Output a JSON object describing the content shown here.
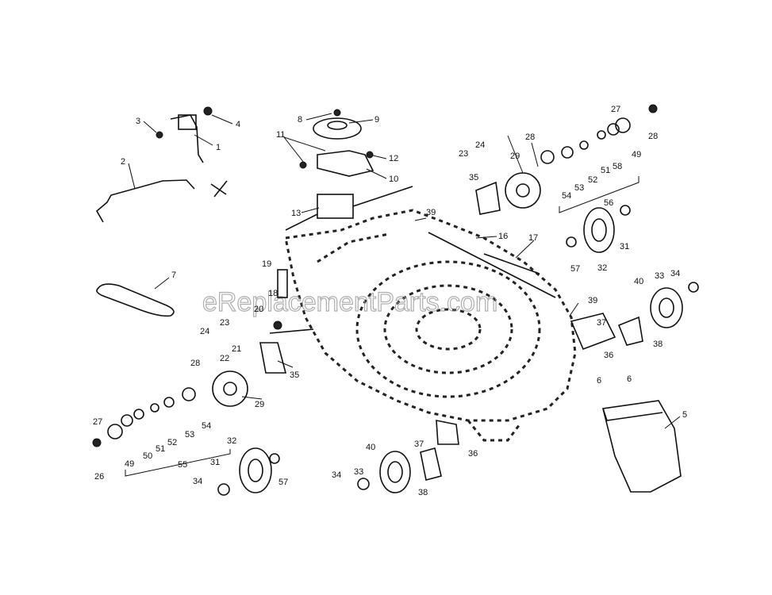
{
  "watermark": "eReplacementParts.com",
  "labels": [
    "1",
    "2",
    "3",
    "4",
    "5",
    "6",
    "6",
    "7",
    "8",
    "9",
    "10",
    "11",
    "12",
    "13",
    "16",
    "17",
    "18",
    "19",
    "20",
    "21",
    "22",
    "23",
    "23",
    "24",
    "24",
    "26",
    "27",
    "27",
    "28",
    "28",
    "28",
    "29",
    "29",
    "31",
    "31",
    "32",
    "32",
    "33",
    "33",
    "34",
    "34",
    "34",
    "35",
    "35",
    "36",
    "36",
    "37",
    "37",
    "38",
    "38",
    "39",
    "39",
    "40",
    "40",
    "49",
    "49",
    "50",
    "51",
    "51",
    "52",
    "52",
    "53",
    "53",
    "54",
    "54",
    "55",
    "56",
    "57",
    "57",
    "58"
  ]
}
